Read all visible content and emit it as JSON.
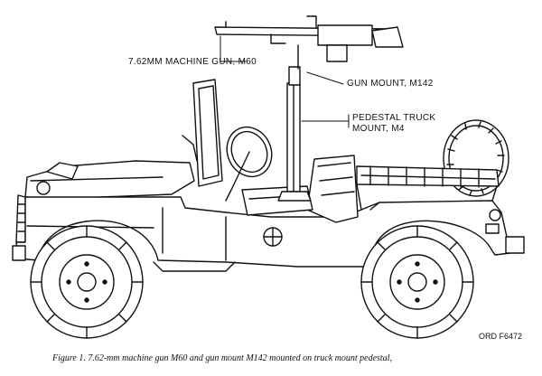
{
  "labels": {
    "machine_gun": "7.62MM MACHINE GUN, M60",
    "gun_mount": "GUN MOUNT, M142",
    "pedestal_line1": "PEDESTAL TRUCK",
    "pedestal_line2": "MOUNT, M4"
  },
  "drawing_code": "ORD F6472",
  "caption": "Figure 1.  7.62-mm machine gun M60 and gun mount M142 mounted on truck mount pedestal,",
  "colors": {
    "ink": "#111111",
    "paper": "#ffffff"
  }
}
